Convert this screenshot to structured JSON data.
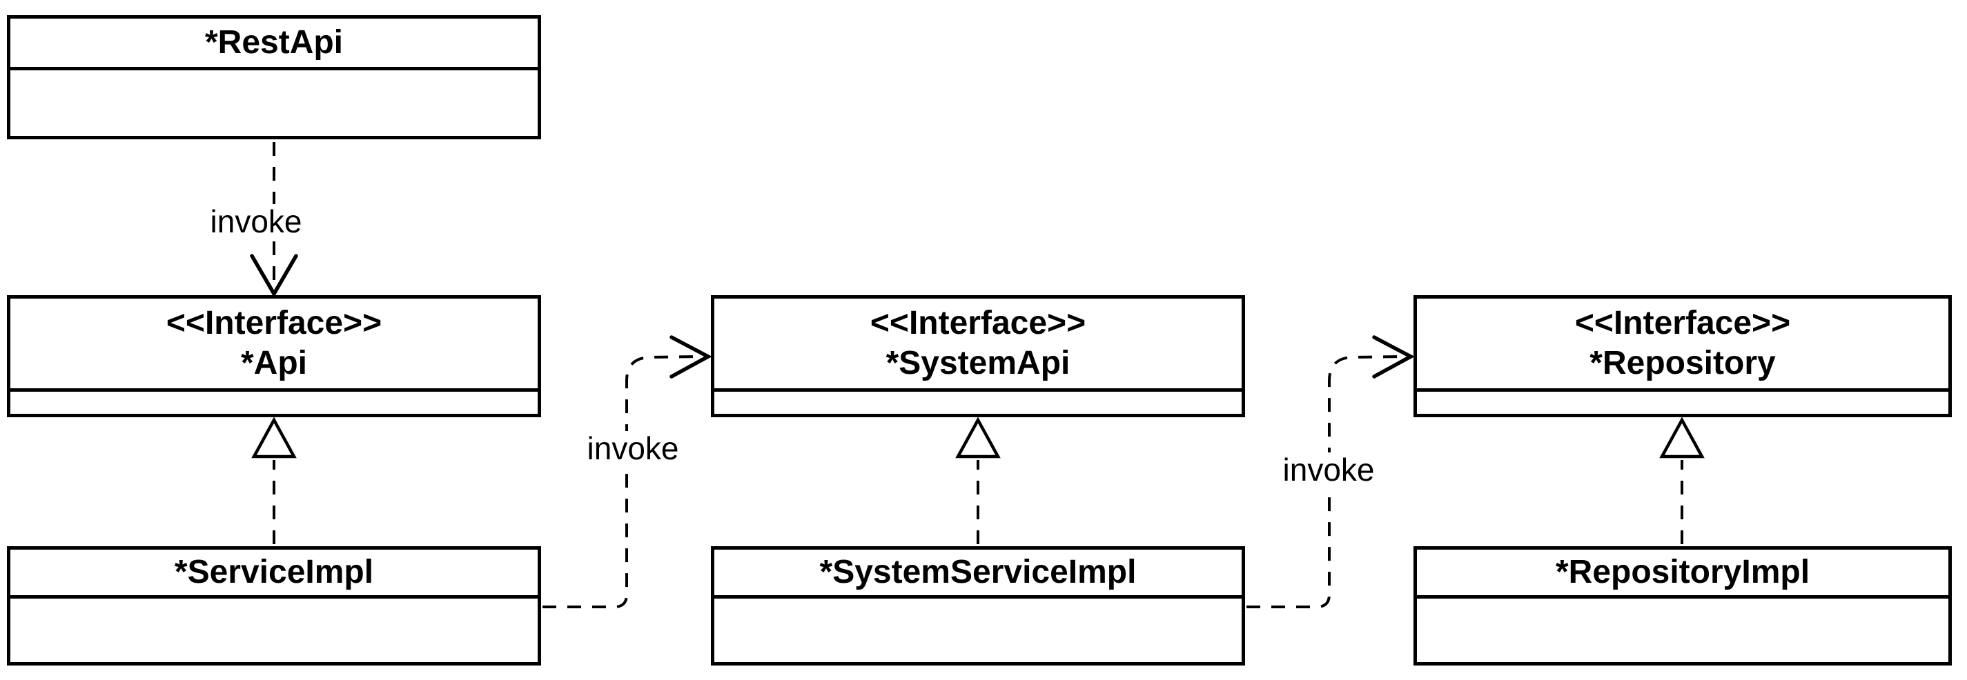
{
  "diagram": {
    "kind": "uml-class-diagram",
    "background_color": "#ffffff",
    "line_color": "#000000",
    "classes": [
      {
        "name": "*RestApi",
        "stereotype": "",
        "compartments": 2
      },
      {
        "name": "*Api",
        "stereotype": "<<Interface>>",
        "compartments": 2
      },
      {
        "name": "*ServiceImpl",
        "stereotype": "",
        "compartments": 2
      },
      {
        "name": "*SystemApi",
        "stereotype": "<<Interface>>",
        "compartments": 2
      },
      {
        "name": "*SystemServiceImpl",
        "stereotype": "",
        "compartments": 2
      },
      {
        "name": "*Repository",
        "stereotype": "<<Interface>>",
        "compartments": 2
      },
      {
        "name": "*RepositoryImpl",
        "stereotype": "",
        "compartments": 2
      }
    ],
    "relations": [
      {
        "from": "*RestApi",
        "to": "*Api",
        "label": "invoke",
        "line": "dashed",
        "arrow": "open"
      },
      {
        "from": "*ServiceImpl",
        "to": "*Api",
        "label": "",
        "line": "dashed",
        "arrow": "hollow-triangle"
      },
      {
        "from": "*ServiceImpl",
        "to": "*SystemApi",
        "label": "invoke",
        "line": "dashed",
        "arrow": "open"
      },
      {
        "from": "*SystemServiceImpl",
        "to": "*SystemApi",
        "label": "",
        "line": "dashed",
        "arrow": "hollow-triangle"
      },
      {
        "from": "*SystemServiceImpl",
        "to": "*Repository",
        "label": "invoke",
        "line": "dashed",
        "arrow": "open"
      },
      {
        "from": "*RepositoryImpl",
        "to": "*Repository",
        "label": "",
        "line": "dashed",
        "arrow": "hollow-triangle"
      }
    ]
  }
}
